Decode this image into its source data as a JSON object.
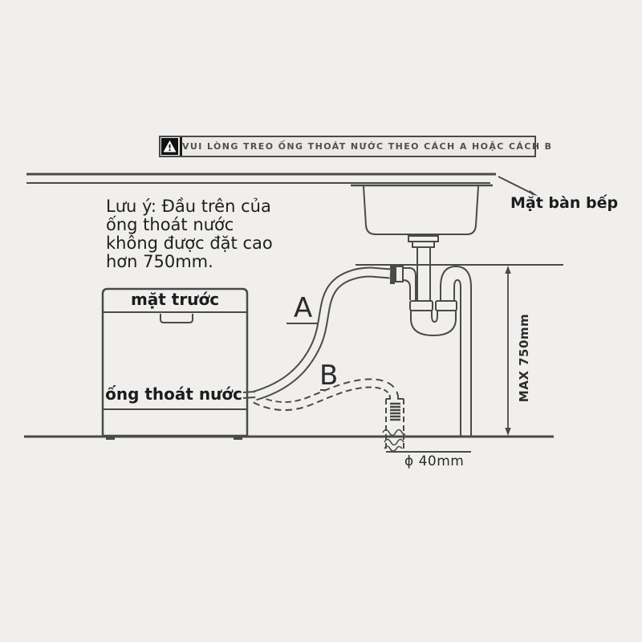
{
  "banner": {
    "text": "VUI LÒNG TREO ỐNG THOÁT NƯỚC THEO CÁCH A HOẶC CÁCH B",
    "icon_mark": "!"
  },
  "note": {
    "text": "Lưu ý: Đầu trên của\nống thoát nước\nkhông được đặt cao\nhơn 750mm."
  },
  "dishwasher": {
    "front_label": "mặt trước",
    "hose_label": "ống thoát nước"
  },
  "labels": {
    "countertop": "Mặt bàn bếp",
    "option_a": "A",
    "option_b": "B",
    "max_height": "MAX 750mm",
    "pipe_diameter": "ϕ 40mm"
  },
  "colors": {
    "background": "#f0efed",
    "line": "#4a4a48",
    "text": "#1c1c1c",
    "banner_background": "#eceae7",
    "banner_border": "#4a4a48"
  }
}
